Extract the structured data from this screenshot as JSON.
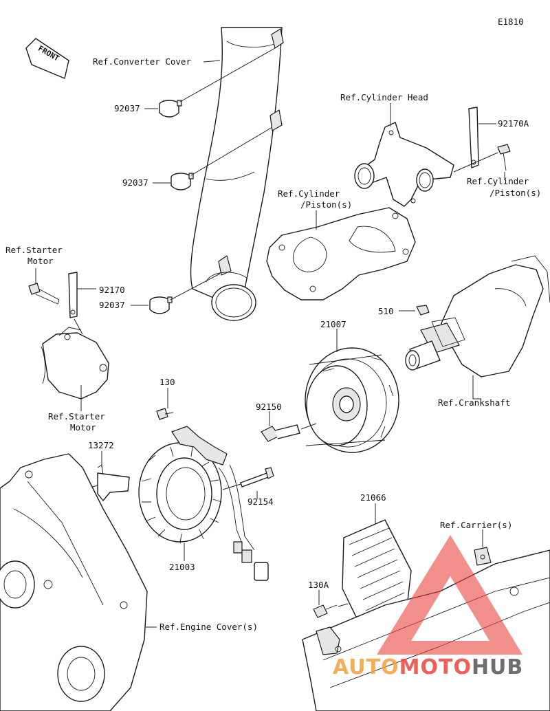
{
  "diagram_code": "E1810",
  "front_label": "FRONT",
  "labels": {
    "ref_converter_cover": "Ref.Converter Cover",
    "ref_cylinder_head": "Ref.Cylinder Head",
    "ref_cylinder_piston_1": "Ref.Cylinder",
    "ref_cylinder_piston_2": "/Piston(s)",
    "ref_cylinder_piston_right_1": "Ref.Cylinder",
    "ref_cylinder_piston_right_2": "/Piston(s)",
    "ref_starter_motor_top_1": "Ref.Starter",
    "ref_starter_motor_top_2": "Motor",
    "ref_starter_motor_bottom_1": "Ref.Starter",
    "ref_starter_motor_bottom_2": "Motor",
    "ref_crankshaft": "Ref.Crankshaft",
    "ref_carrier": "Ref.Carrier(s)",
    "ref_engine_cover": "Ref.Engine Cover(s)"
  },
  "parts": {
    "p92037_a": "92037",
    "p92037_b": "92037",
    "p92037_c": "92037",
    "p92170A": "92170A",
    "p92170": "92170",
    "p510": "510",
    "p21007": "21007",
    "p130": "130",
    "p92150": "92150",
    "p13272": "13272",
    "p92154": "92154",
    "p21003": "21003",
    "p21066": "21066",
    "p130A": "130A"
  },
  "watermark": {
    "part1": "AUTO",
    "part2": "MOTO",
    "part3": "HUB",
    "color_primary": "#e8453c",
    "color_secondary": "#f2a23a"
  }
}
